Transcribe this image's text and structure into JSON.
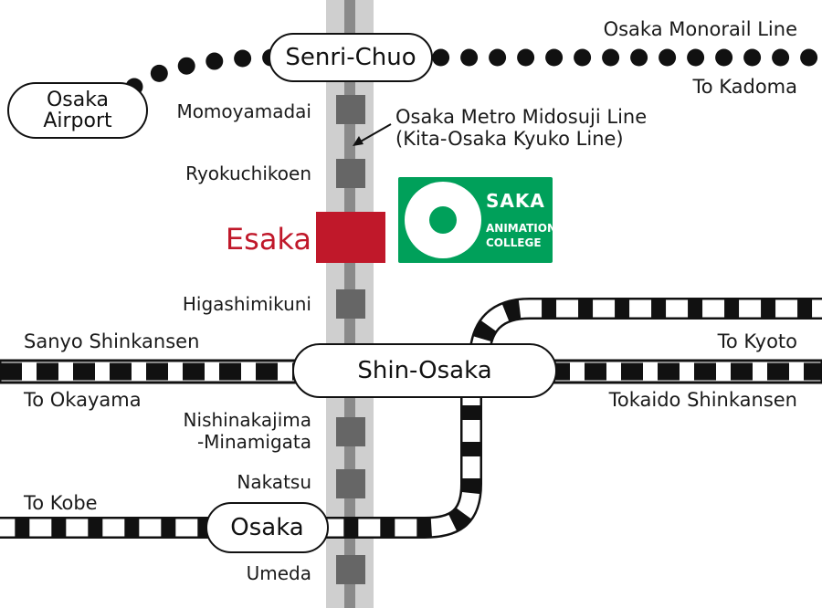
{
  "colors": {
    "line_black": "#111111",
    "subway_gray": "#cfcfcf",
    "subway_core": "#8a8a8a",
    "station_gray": "#666666",
    "esaka_red": "#c0182a",
    "logo_green": "#00a05a"
  },
  "hubs": {
    "senri_chuo": "Senri-Chuo",
    "osaka_airport": "Osaka Airport",
    "shin_osaka": "Shin-Osaka",
    "osaka": "Osaka"
  },
  "stations": {
    "momoyamadai": "Momoyamadai",
    "ryokuchikoen": "Ryokuchikoen",
    "esaka": "Esaka",
    "higashimikuni": "Higashimikuni",
    "nishinakajima_1": "Nishinakajima",
    "nishinakajima_2": "-Minamigata",
    "nakatsu": "Nakatsu",
    "umeda": "Umeda"
  },
  "lines": {
    "monorail": "Osaka Monorail Line",
    "midosuji_1": "Osaka Metro Midosuji Line",
    "midosuji_2": "(Kita-Osaka Kyuko Line)",
    "sanyo": "Sanyo Shinkansen",
    "tokaido": "Tokaido Shinkansen"
  },
  "directions": {
    "kadoma": "To Kadoma",
    "kyoto": "To Kyoto",
    "okayama": "To Okayama",
    "kobe": "To Kobe"
  },
  "logo": {
    "osaka": "SAKA",
    "animation": "ANIMATION",
    "college": "COLLEGE"
  }
}
